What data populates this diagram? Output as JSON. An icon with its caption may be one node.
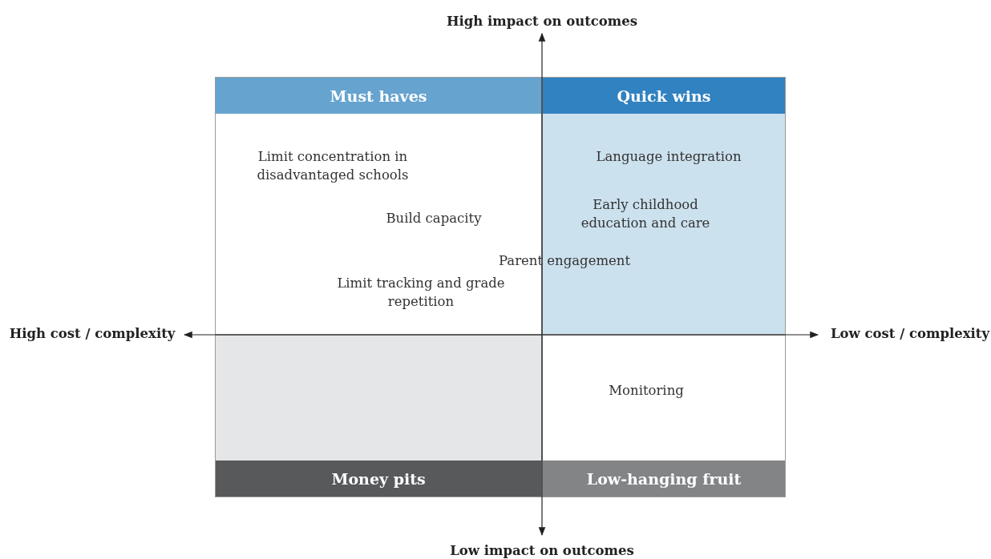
{
  "diagram": {
    "nodes": [
      {
        "text": [
          "Must haves"
        ]
      },
      {
        "text": [
          "Quick wins"
        ]
      },
      {
        "text": [
          "Money pits"
        ]
      },
      {
        "text": [
          "Low-hanging fruit"
        ]
      }
    ],
    "edges": [],
    "labels": [
      "High impact on outcomes",
      "Limit concentration in disadvantaged schools",
      "Language integration",
      "Build capacity",
      "Early childhood education and care",
      "Parent engagement",
      "Limit tracking and grade repetition",
      "High cost / complexity",
      "Low cost / complexity",
      "Monitoring",
      "Low impact on outcomes"
    ]
  }
}
